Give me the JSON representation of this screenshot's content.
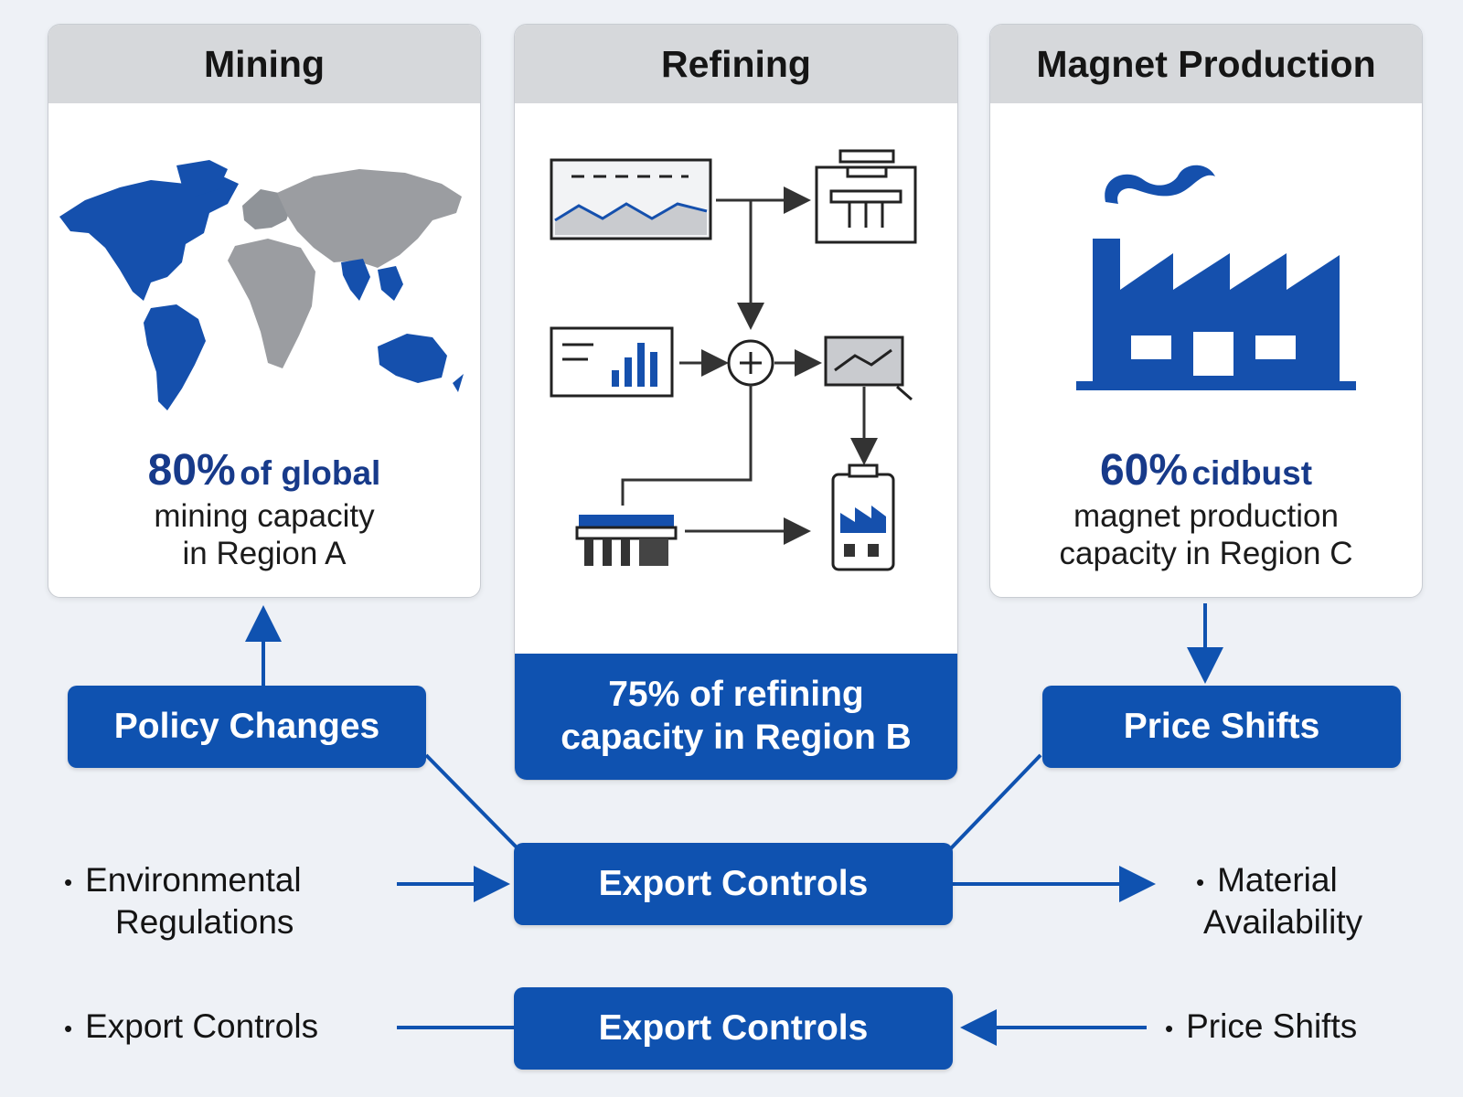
{
  "cards": {
    "mining": {
      "title": "Mining",
      "stat_pct": "80%",
      "stat_lead": "of global",
      "stat_line2": "mining capacity",
      "stat_line3": "in Region A"
    },
    "refining": {
      "title": "Refining",
      "stat_line1": "75% of refining",
      "stat_line2": "capacity in Region B"
    },
    "magnet": {
      "title": "Magnet Production",
      "stat_pct": "60%",
      "stat_lead": "cidbust",
      "stat_line2": "magnet production",
      "stat_line3": "capacity in Region C"
    }
  },
  "boxes": {
    "policy_changes": "Policy Changes",
    "price_shifts": "Price Shifts",
    "export_controls_top": "Export Controls",
    "export_controls_bottom": "Export Controls"
  },
  "bullets": {
    "environmental_line1": "Environmental",
    "environmental_line2": "Regulations",
    "material_line1": "Material",
    "material_line2": "Availability",
    "export_controls": "Export Controls",
    "price_shifts": "Price Shifts",
    "marker": "•"
  },
  "colors": {
    "primary_blue": "#0f52b0",
    "dark_navy": "#173a8a",
    "header_gray": "#d6d8db",
    "map_gray": "#9b9da1"
  },
  "icons": [
    "world-map-icon",
    "process-flow-icon",
    "factory-icon"
  ]
}
